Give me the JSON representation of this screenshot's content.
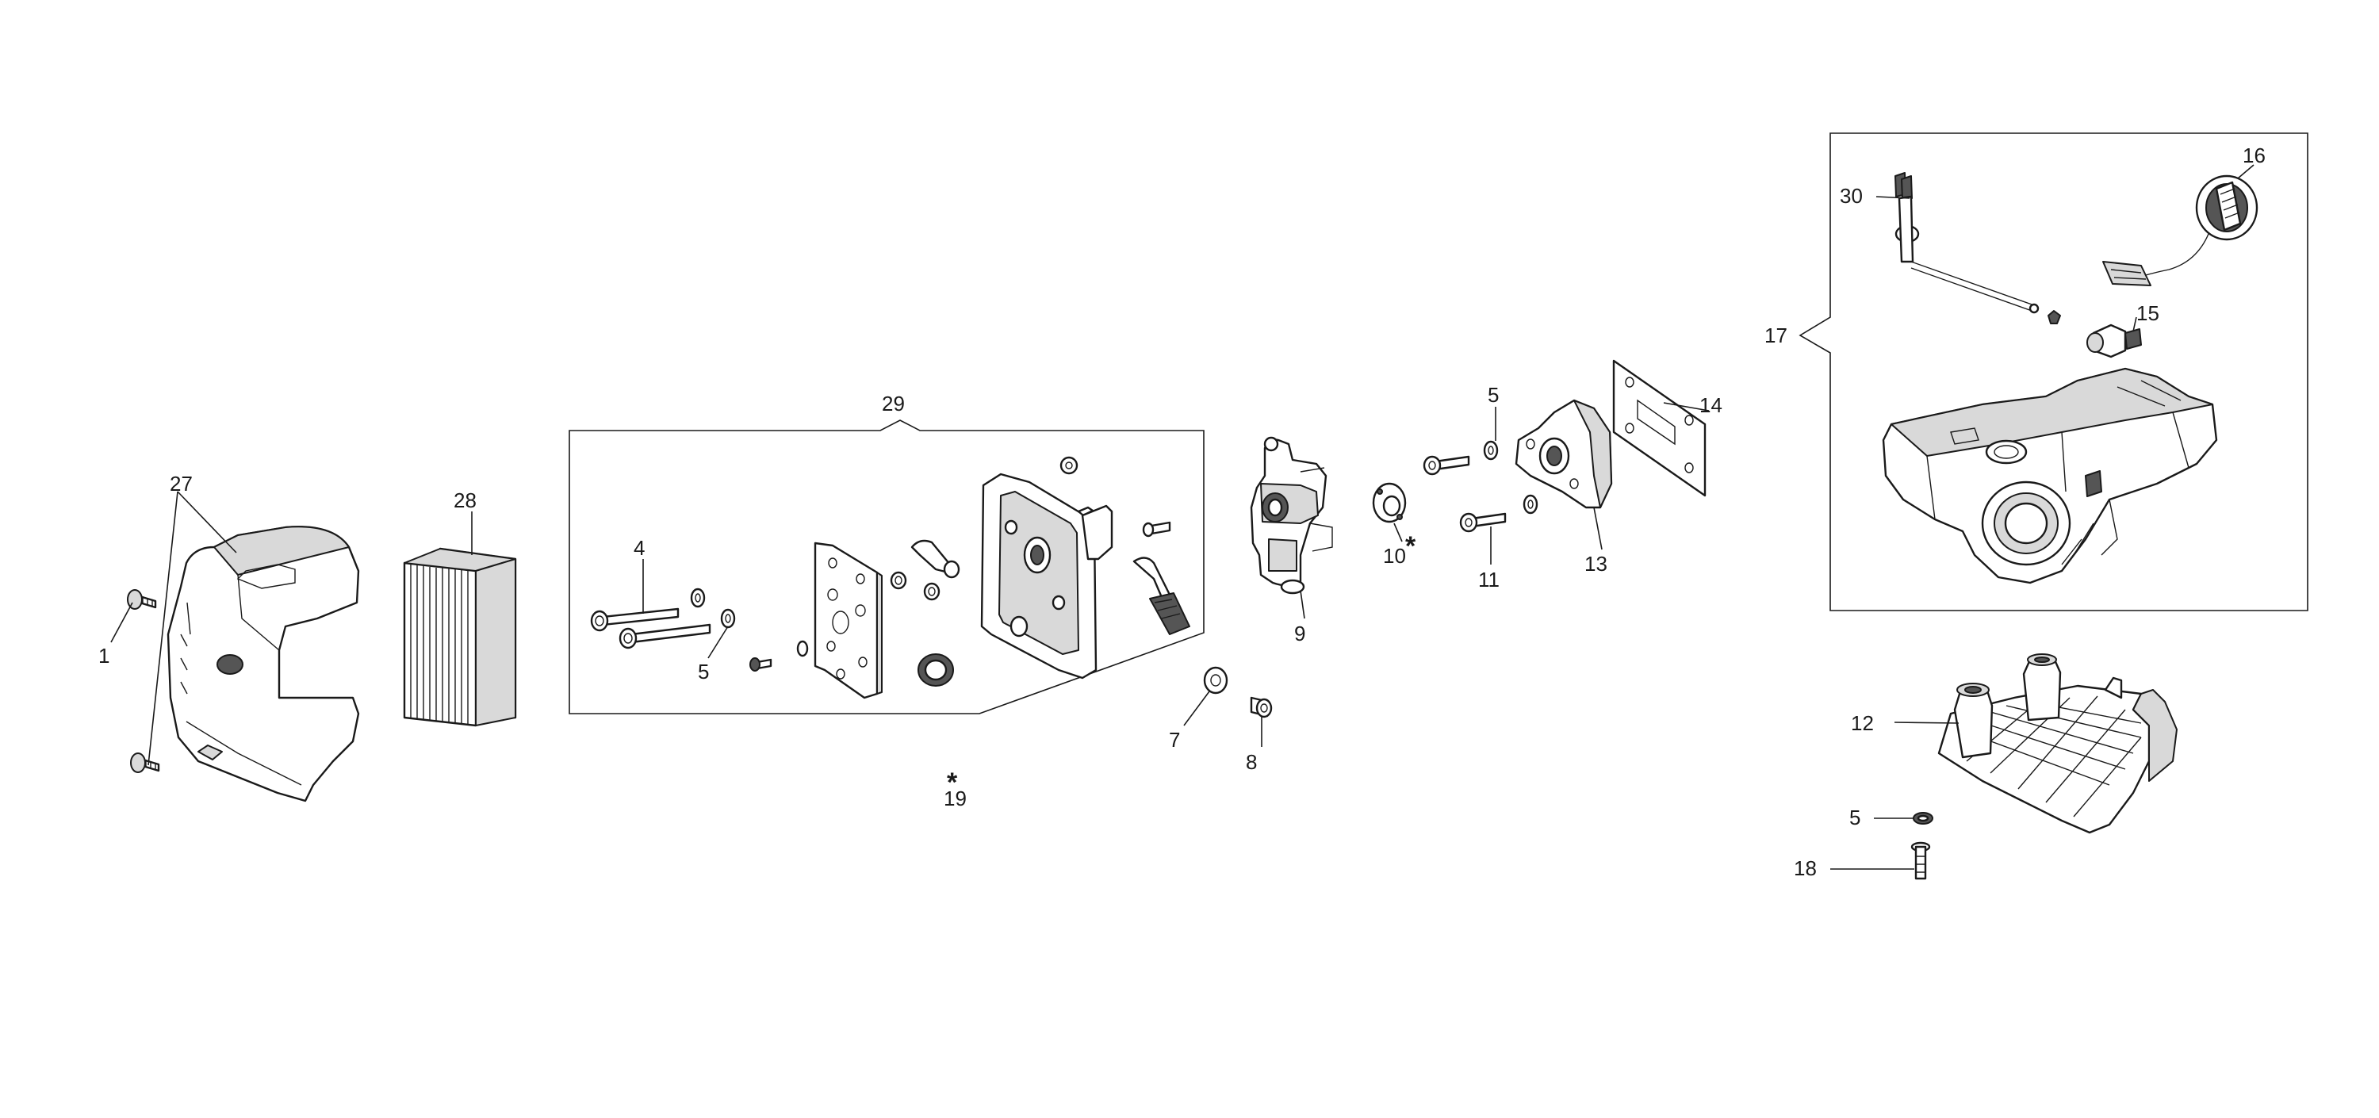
{
  "labels": {
    "l1": "1",
    "l27": "27",
    "l28": "28",
    "l29": "29",
    "l4": "4",
    "l5a": "5",
    "l5b": "5",
    "l5c": "5",
    "l7": "7",
    "l8": "8",
    "l9": "9",
    "l10": "10",
    "l11": "11",
    "l12": "12",
    "l13": "13",
    "l14": "14",
    "l15": "15",
    "l16": "16",
    "l17": "17",
    "l18": "18",
    "l19": "19",
    "l30": "30"
  },
  "asterisk": "*",
  "colors": {
    "ink": "#1a1a1a",
    "fill_light": "#d9d9d9",
    "fill_dark": "#555555",
    "background": "#ffffff"
  }
}
